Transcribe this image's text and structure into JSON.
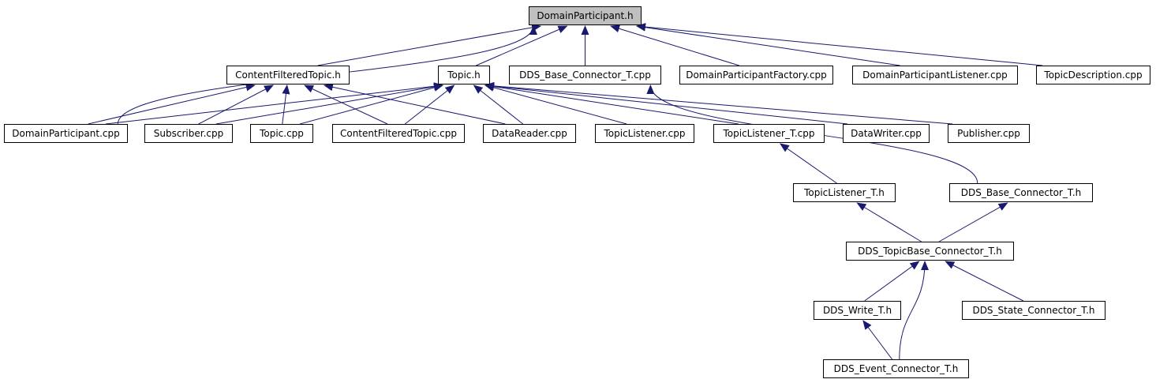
{
  "graph": {
    "edge_color": "#191970",
    "root_fill": "#bfbfbf",
    "nodes": {
      "dp_h": "DomainParticipant.h",
      "cft_h": "ContentFilteredTopic.h",
      "topic_h": "Topic.h",
      "dds_base_cpp": "DDS_Base_Connector_T.cpp",
      "dpf_cpp": "DomainParticipantFactory.cpp",
      "dpl_cpp": "DomainParticipantListener.cpp",
      "td_cpp": "TopicDescription.cpp",
      "dp_cpp": "DomainParticipant.cpp",
      "sub_cpp": "Subscriber.cpp",
      "topic_cpp": "Topic.cpp",
      "cft_cpp": "ContentFilteredTopic.cpp",
      "dr_cpp": "DataReader.cpp",
      "tl_cpp": "TopicListener.cpp",
      "tlt_cpp": "TopicListener_T.cpp",
      "dw_cpp": "DataWriter.cpp",
      "pub_cpp": "Publisher.cpp",
      "tlt_h": "TopicListener_T.h",
      "dds_base_h": "DDS_Base_Connector_T.h",
      "dds_topicbase_h": "DDS_TopicBase_Connector_T.h",
      "dds_write_h": "DDS_Write_T.h",
      "dds_state_h": "DDS_State_Connector_T.h",
      "dds_event_h": "DDS_Event_Connector_T.h"
    },
    "edges": [
      [
        "cft_h",
        "dp_h"
      ],
      [
        "topic_h",
        "dp_h"
      ],
      [
        "dds_base_cpp",
        "dp_h"
      ],
      [
        "dpf_cpp",
        "dp_h"
      ],
      [
        "dpl_cpp",
        "dp_h"
      ],
      [
        "td_cpp",
        "dp_h"
      ],
      [
        "dp_cpp",
        "dp_h"
      ],
      [
        "dp_cpp",
        "cft_h"
      ],
      [
        "sub_cpp",
        "cft_h"
      ],
      [
        "topic_cpp",
        "cft_h"
      ],
      [
        "cft_cpp",
        "cft_h"
      ],
      [
        "dr_cpp",
        "cft_h"
      ],
      [
        "dp_cpp",
        "topic_h"
      ],
      [
        "sub_cpp",
        "topic_h"
      ],
      [
        "topic_cpp",
        "topic_h"
      ],
      [
        "cft_cpp",
        "topic_h"
      ],
      [
        "dr_cpp",
        "topic_h"
      ],
      [
        "tl_cpp",
        "topic_h"
      ],
      [
        "tlt_cpp",
        "topic_h"
      ],
      [
        "dw_cpp",
        "topic_h"
      ],
      [
        "pub_cpp",
        "topic_h"
      ],
      [
        "tlt_h",
        "tlt_cpp"
      ],
      [
        "dds_base_h",
        "dds_base_cpp"
      ],
      [
        "dds_topicbase_h",
        "tlt_h"
      ],
      [
        "dds_topicbase_h",
        "dds_base_h"
      ],
      [
        "dds_write_h",
        "dds_topicbase_h"
      ],
      [
        "dds_state_h",
        "dds_topicbase_h"
      ],
      [
        "dds_event_h",
        "dds_topicbase_h"
      ],
      [
        "dds_event_h",
        "dds_write_h"
      ]
    ]
  }
}
